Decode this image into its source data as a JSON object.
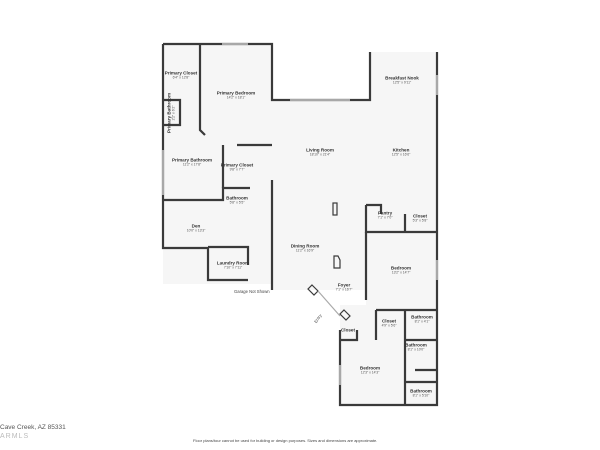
{
  "rooms": [
    {
      "name": "Primary Closet",
      "dim": "6'4\" x 12'8\""
    },
    {
      "name": "Primary Bedroom",
      "dim": "14'2\" x 18'1\""
    },
    {
      "name": "Primary Bathroom",
      "dim": "2'2\" x 6'2\""
    },
    {
      "name": "Primary Bathroom",
      "dim": "11'2\" x 17'8\""
    },
    {
      "name": "Primary Closet",
      "dim": "9'8\" x 7'7\""
    },
    {
      "name": "Bathroom",
      "dim": "5'8\" x 5'5\""
    },
    {
      "name": "Den",
      "dim": "10'0\" x 13'3\""
    },
    {
      "name": "Laundry Room",
      "dim": "7'10\" x 7'11\""
    },
    {
      "name": "Breakfast Nook",
      "dim": "12'5\" x 9'11\""
    },
    {
      "name": "Living Room",
      "dim": "18'10\" x 21'4\""
    },
    {
      "name": "Kitchen",
      "dim": "12'5\" x 16'6\""
    },
    {
      "name": "Pantry",
      "dim": "7'1\" x 7'0\""
    },
    {
      "name": "Closet",
      "dim": "5'3\" x 5'8\""
    },
    {
      "name": "Dining Room",
      "dim": "11'2\" x 16'9\""
    },
    {
      "name": "Bedroom",
      "dim": "13'2\" x 14'7\""
    },
    {
      "name": "Foyer",
      "dim": "7'1\" x 16'7\""
    },
    {
      "name": "Closet",
      "dim": "4'9\" x 5'6\""
    },
    {
      "name": "Bathroom",
      "dim": "8'1\" x 4'1\""
    },
    {
      "name": "Bathroom",
      "dim": "8'1\" x 10'0\""
    },
    {
      "name": "Closet",
      "dim": ""
    },
    {
      "name": "Bedroom",
      "dim": "12'3\" x 14'3\""
    },
    {
      "name": "Bathroom",
      "dim": "8'1\" x 5'10\""
    }
  ],
  "notes": {
    "garage": "Garage Not Shown",
    "entry": "Entry"
  },
  "address": "Cave Creek, AZ 85331",
  "watermark": "ARMLS",
  "footer": "Floor plans/tour cannot be used for building or design purposes. Sizes and dimensions are approximate.",
  "colors": {
    "wall": "#3a3a3a",
    "floor": "#f6f6f6"
  }
}
